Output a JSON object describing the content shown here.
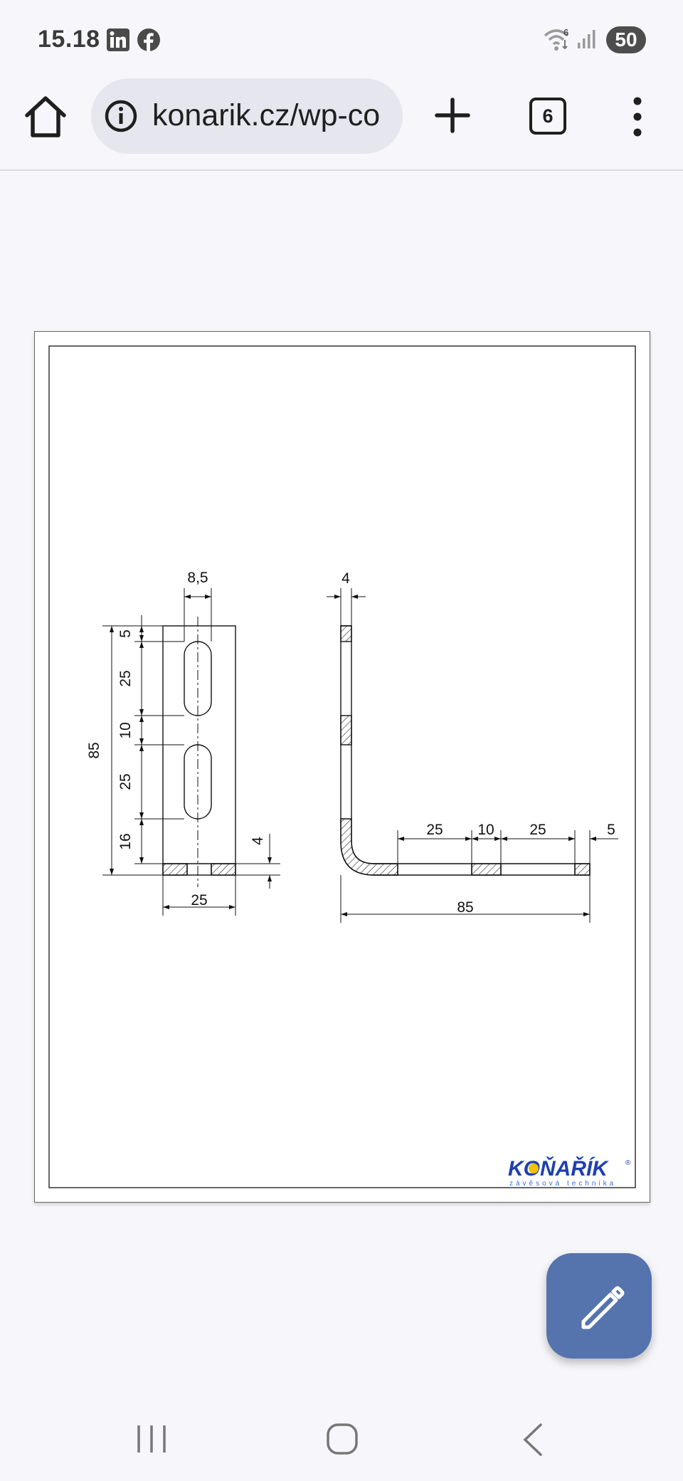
{
  "status_bar": {
    "time": "15.18",
    "app_icons": [
      "linkedin-icon",
      "facebook-icon"
    ],
    "wifi_label": "6",
    "battery": "50"
  },
  "browser": {
    "url": "konarik.cz/wp-co",
    "tab_count": "6"
  },
  "drawing": {
    "front_view": {
      "slot_width": "8,5",
      "heights": [
        "5",
        "25",
        "10",
        "25",
        "16"
      ],
      "total_height": "85",
      "width": "25",
      "thickness": "4"
    },
    "side_view": {
      "thickness": "4",
      "segments": [
        "25",
        "10",
        "25",
        "5"
      ],
      "length": "85"
    },
    "logo": {
      "brand": "KOŇAŘÍK",
      "registered": "®",
      "tagline": "závěsová technika",
      "colors": {
        "primary": "#1e3fb0",
        "accent": "#f2c300"
      }
    }
  },
  "colors": {
    "fab": "#5573ad",
    "background": "#f7f7fb",
    "url_pill": "#e6e6ee"
  }
}
